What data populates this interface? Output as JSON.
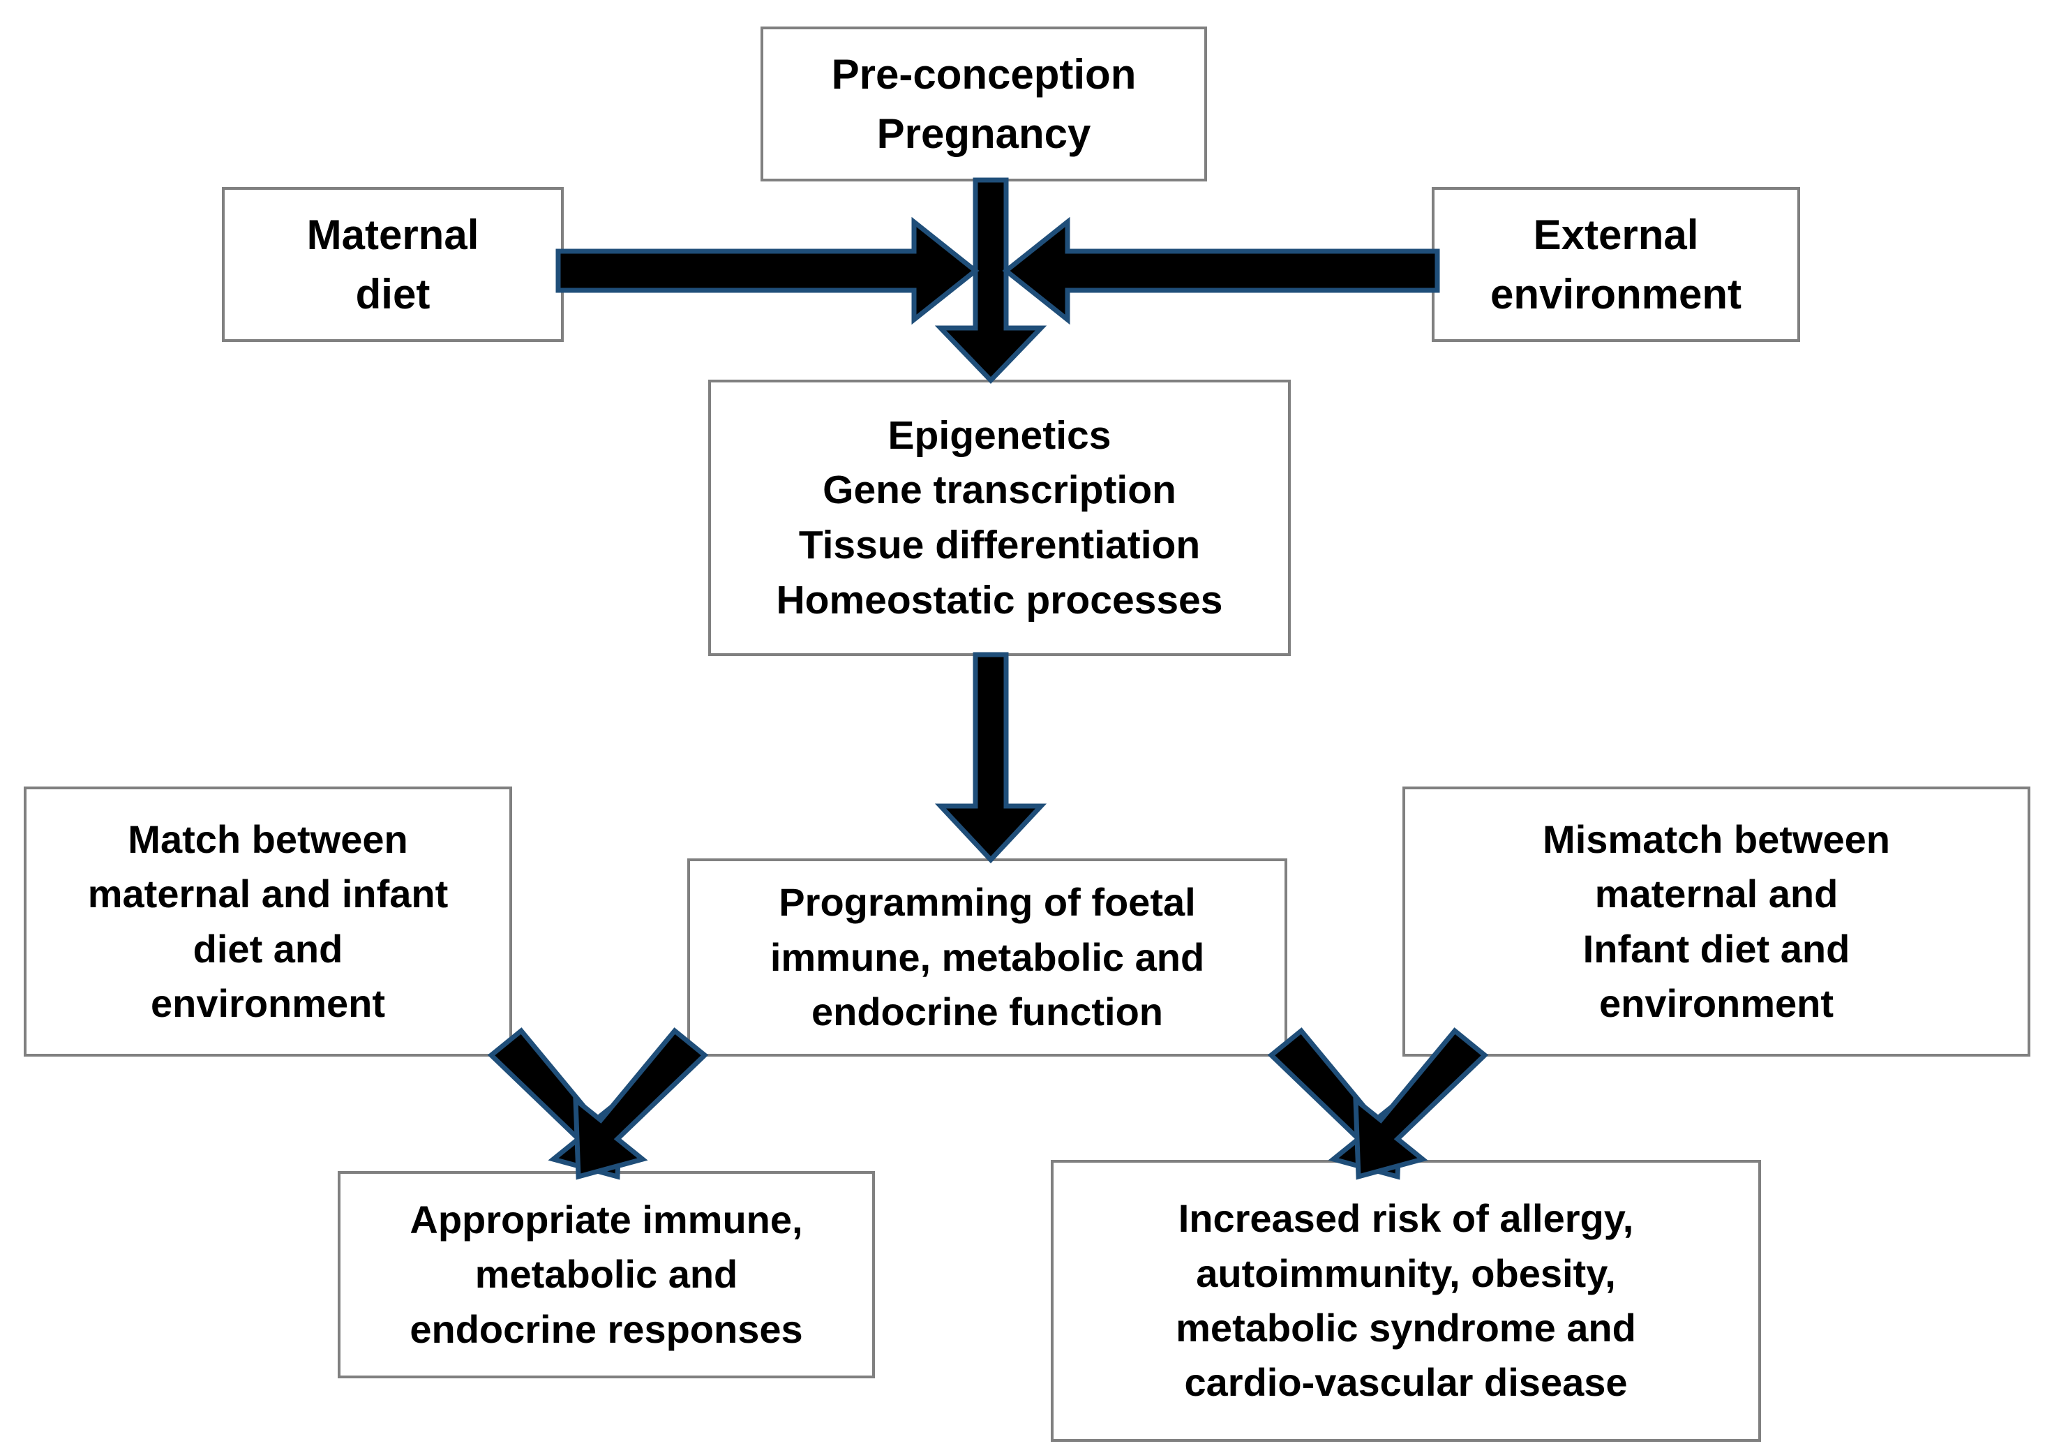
{
  "diagram": {
    "title": "Developmental programming pathway flow diagram",
    "palette": {
      "box_border": "#808080",
      "box_fill": "#ffffff",
      "arrow_fill": "#000000",
      "arrow_outline": "#1F4E79",
      "text": "#000000"
    },
    "nodes": {
      "preconception": {
        "id": "pre-conception-pregnancy",
        "lines": [
          "Pre-conception",
          "Pregnancy"
        ]
      },
      "maternal_diet": {
        "id": "maternal-diet",
        "lines": [
          "Maternal",
          "diet"
        ]
      },
      "external_environment": {
        "id": "external-environment",
        "lines": [
          "External",
          "environment"
        ]
      },
      "epigenetics": {
        "id": "epigenetics",
        "lines": [
          "Epigenetics",
          "Gene transcription",
          "Tissue differentiation",
          "Homeostatic processes"
        ]
      },
      "match": {
        "id": "match-between",
        "lines": [
          "Match between",
          "maternal and infant",
          "diet and",
          "environment"
        ]
      },
      "programming": {
        "id": "programming-of-foetal",
        "lines": [
          "Programming of foetal",
          "immune, metabolic and",
          "endocrine function"
        ]
      },
      "mismatch": {
        "id": "mismatch-between",
        "lines": [
          "Mismatch between",
          "maternal and",
          "Infant diet and",
          "environment"
        ]
      },
      "appropriate": {
        "id": "appropriate-responses",
        "lines": [
          "Appropriate immune,",
          "metabolic and",
          "endocrine responses"
        ]
      },
      "increased_risk": {
        "id": "increased-risk",
        "lines": [
          "Increased risk of allergy,",
          "autoimmunity,  obesity,",
          "metabolic syndrome and",
          "cardio-vascular disease"
        ]
      }
    },
    "edges": [
      {
        "id": "preconception-to-junction",
        "from": "pre-conception-pregnancy",
        "to": "epigenetics",
        "direction": "down"
      },
      {
        "id": "maternal-diet-to-junction",
        "from": "maternal-diet",
        "to": "epigenetics",
        "direction": "right"
      },
      {
        "id": "external-environment-to-junction",
        "from": "external-environment",
        "to": "epigenetics",
        "direction": "left"
      },
      {
        "id": "epigenetics-to-programming",
        "from": "epigenetics",
        "to": "programming-of-foetal",
        "direction": "down"
      },
      {
        "id": "match-to-appropriate",
        "from": "match-between",
        "to": "appropriate-responses",
        "direction": "down-right"
      },
      {
        "id": "programming-to-appropriate",
        "from": "programming-of-foetal",
        "to": "appropriate-responses",
        "direction": "down-left"
      },
      {
        "id": "programming-to-increased-risk",
        "from": "programming-of-foetal",
        "to": "increased-risk",
        "direction": "down-right"
      },
      {
        "id": "mismatch-to-increased-risk",
        "from": "mismatch-between",
        "to": "increased-risk",
        "direction": "down-left"
      }
    ]
  }
}
